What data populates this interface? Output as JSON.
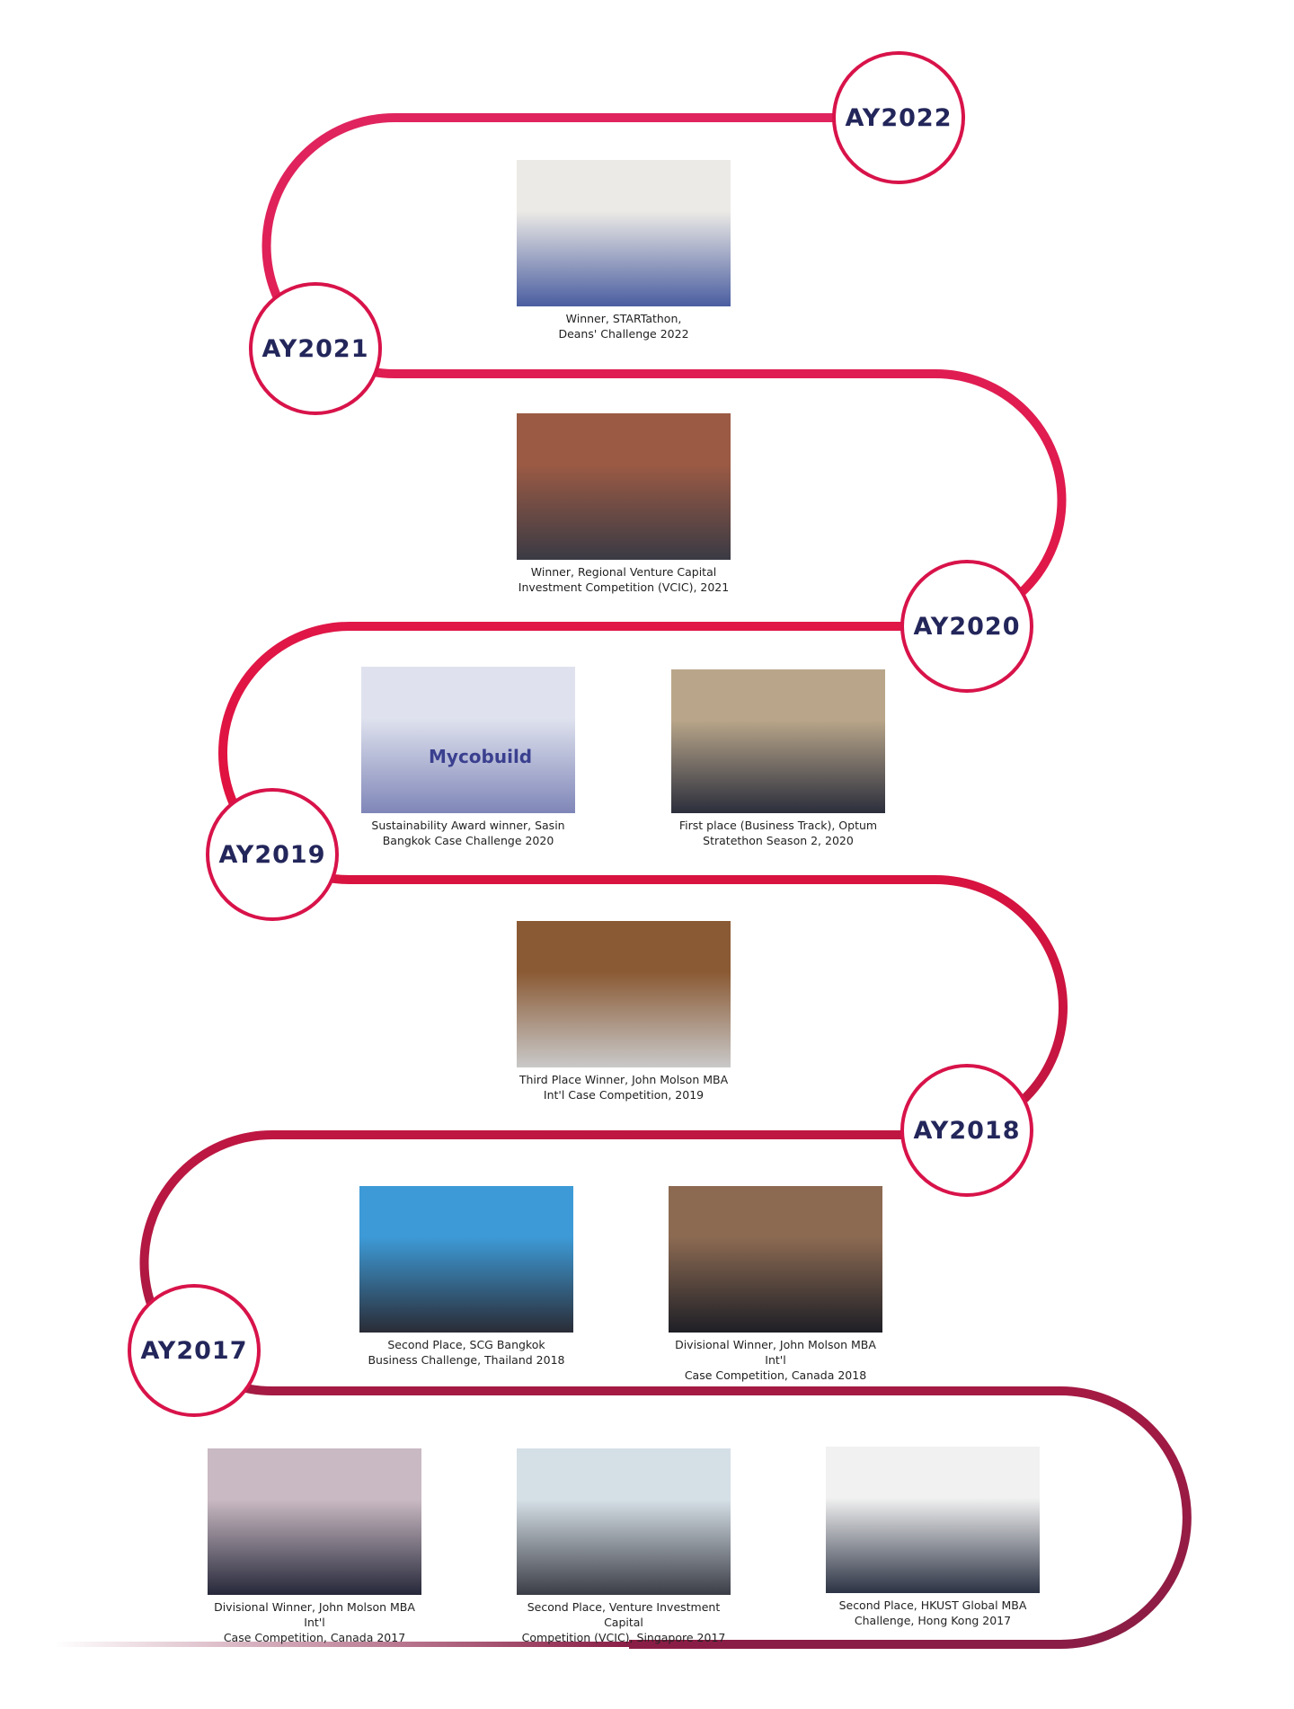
{
  "colors": {
    "timeline_top": "#e0245e",
    "timeline_bottom": "#8a1d45",
    "year_text": "#23265a"
  },
  "years": [
    {
      "label": "AY2022"
    },
    {
      "label": "AY2021"
    },
    {
      "label": "AY2020"
    },
    {
      "label": "AY2019"
    },
    {
      "label": "AY2018"
    },
    {
      "label": "AY2017"
    }
  ],
  "awards": [
    {
      "caption": "Winner, STARTathon,\nDeans' Challenge 2022",
      "photo_colors": [
        "#eceae6",
        "#4a5da0"
      ]
    },
    {
      "caption": "Winner, Regional Venture Capital\nInvestment Competition (VCIC), 2021",
      "photo_colors": [
        "#9b5a44",
        "#3a3a44"
      ]
    },
    {
      "caption": "Sustainability Award winner, Sasin\nBangkok Case Challenge 2020",
      "photo_colors": [
        "#dfe2ee",
        "#7f86b8"
      ],
      "photo_text": "Mycobuild"
    },
    {
      "caption": "First place (Business Track), Optum\nStratethon Season 2, 2020",
      "photo_colors": [
        "#b9a68a",
        "#2b2e3c"
      ]
    },
    {
      "caption": "Third Place Winner, John Molson MBA\nInt'l Case Competition, 2019",
      "photo_colors": [
        "#8a5a34",
        "#c9c9c9"
      ]
    },
    {
      "caption": "Second Place, SCG Bangkok\nBusiness Challenge, Thailand 2018",
      "photo_colors": [
        "#3d9ad6",
        "#2a2c36"
      ]
    },
    {
      "caption": "Divisional Winner, John Molson MBA Int'l\nCase Competition, Canada 2018",
      "photo_colors": [
        "#8c6a52",
        "#1e1f26"
      ]
    },
    {
      "caption": "Divisional Winner, John Molson MBA Int'l\nCase Competition, Canada 2017",
      "photo_colors": [
        "#c9b9c2",
        "#26283a"
      ]
    },
    {
      "caption": "Second Place, Venture Investment Capital\nCompetition (VCIC), Singapore 2017",
      "photo_colors": [
        "#d5dfe6",
        "#3b3d46"
      ]
    },
    {
      "caption": "Second Place, HKUST Global MBA\nChallenge, Hong Kong 2017",
      "photo_colors": [
        "#f1f1f1",
        "#2c3344"
      ]
    }
  ]
}
